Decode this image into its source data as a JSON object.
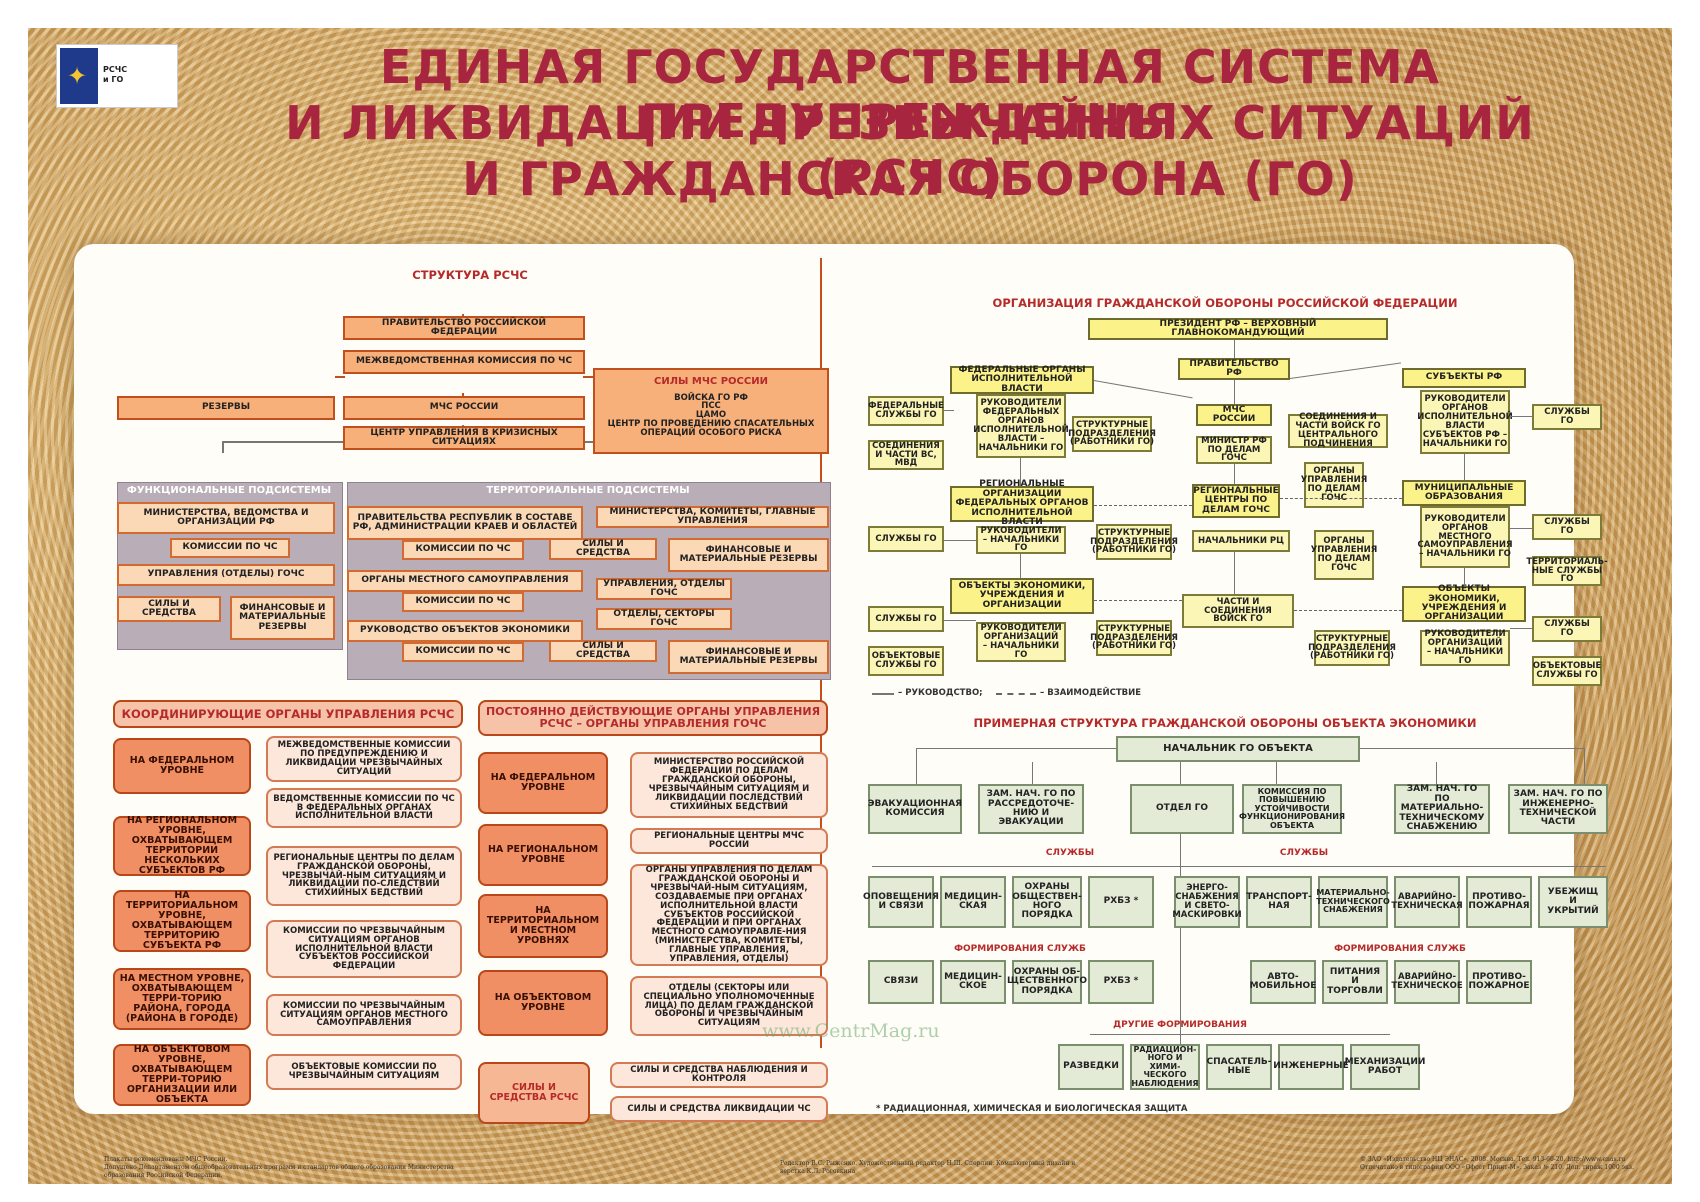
{
  "logo": {
    "text": "РСЧС\nи ГО"
  },
  "title": {
    "line1": "ЕДИНАЯ ГОСУДАРСТВЕННАЯ СИСТЕМА ПРЕДУПРЕЖДЕНИЯ",
    "line2": "И ЛИКВИДАЦИИ ЧРЕЗВЫЧАЙНЫХ СИТУАЦИЙ (РСЧС)",
    "line3": "И ГРАЖДАНСКАЯ ОБОРОНА (ГО)"
  },
  "rschs": {
    "heading": "СТРУКТУРА РСЧС",
    "gov": "ПРАВИТЕЛЬСТВО РОССИЙСКОЙ ФЕДЕРАЦИИ",
    "commission": "МЕЖВЕДОМСТВЕННАЯ КОМИССИЯ ПО ЧС",
    "reserves": "РЕЗЕРВЫ",
    "mchs": "МЧС РОССИИ",
    "center": "ЦЕНТР УПРАВЛЕНИЯ В КРИЗИСНЫХ СИТУАЦИЯХ",
    "forces_head": "СИЛЫ МЧС РОССИИ",
    "forces_body": "ВОЙСКА ГО РФ\nПСС\nЦАМО\nЦЕНТР ПО ПРОВЕДЕНИЮ СПАСАТЕЛЬНЫХ ОПЕРАЦИЙ ОСОБОГО РИСКА",
    "func_head": "ФУНКЦИОНАЛЬНЫЕ ПОДСИСТЕМЫ",
    "func_ministries": "МИНИСТЕРСТВА, ВЕДОМСТВА И ОРГАНИЗАЦИИ РФ",
    "func_commissions": "КОМИССИИ ПО ЧС",
    "func_depts": "УПРАВЛЕНИЯ (ОТДЕЛЫ) ГОЧС",
    "func_forces": "СИЛЫ И СРЕДСТВА",
    "func_reserves": "ФИНАНСОВЫЕ И МАТЕРИАЛЬНЫЕ РЕЗЕРВЫ",
    "terr_head": "ТЕРРИТОРИАЛЬНЫЕ ПОДСИСТЕМЫ",
    "terr_gov": "ПРАВИТЕЛЬСТВА РЕСПУБЛИК В СОСТАВЕ РФ, АДМИНИСТРАЦИИ КРАЕВ И ОБЛАСТЕЙ",
    "terr_ministries": "МИНИСТЕРСТВА, КОМИТЕТЫ, ГЛАВНЫЕ УПРАВЛЕНИЯ",
    "commissions": "КОМИССИИ ПО ЧС",
    "forces": "СИЛЫ И СРЕДСТВА",
    "fin_reserves": "ФИНАНСОВЫЕ И МАТЕРИАЛЬНЫЕ РЕЗЕРВЫ",
    "local_gov": "ОРГАНЫ МЕСТНОГО САМОУПРАВЛЕНИЯ",
    "depts": "УПРАВЛЕНИЯ, ОТДЕЛЫ ГОЧС",
    "sectors": "ОТДЕЛЫ, СЕКТОРЫ ГОЧС",
    "enterprises": "РУКОВОДСТВО ОБЪЕКТОВ ЭКОНОМИКИ"
  },
  "coord": {
    "heading": "КООРДИНИРУЮЩИЕ ОРГАНЫ УПРАВЛЕНИЯ РСЧС",
    "levels": [
      "НА ФЕДЕРАЛЬНОМ УРОВНЕ",
      "НА РЕГИОНАЛЬНОМ УРОВНЕ, ОХВАТЫВАЮЩЕМ ТЕРРИТОРИИ НЕСКОЛЬКИХ СУБЪЕКТОВ РФ",
      "НА ТЕРРИТОРИАЛЬНОМ УРОВНЕ, ОХВАТЫВАЮЩЕМ ТЕРРИТОРИЮ СУБЪЕКТА РФ",
      "НА МЕСТНОМ УРОВНЕ, ОХВАТЫВАЮЩЕМ ТЕРРИ-ТОРИЮ РАЙОНА, ГОРОДА (РАЙОНА В ГОРОДЕ)",
      "НА ОБЪЕКТОВОМ УРОВНЕ, ОХВАТЫВАЮЩЕМ ТЕРРИ-ТОРИЮ ОРГАНИЗАЦИИ ИЛИ ОБЪЕКТА"
    ],
    "bodies": [
      "МЕЖВЕДОМСТВЕННЫЕ КОМИССИИ ПО ПРЕДУПРЕЖДЕНИЮ И ЛИКВИДАЦИИ ЧРЕЗВЫЧАЙНЫХ СИТУАЦИЙ",
      "ВЕДОМСТВЕННЫЕ КОМИССИИ ПО ЧС В ФЕДЕРАЛЬНЫХ ОРГАНАХ ИСПОЛНИТЕЛЬНОЙ ВЛАСТИ",
      "РЕГИОНАЛЬНЫЕ ЦЕНТРЫ ПО ДЕЛАМ ГРАЖДАНСКОЙ ОБОРОНЫ, ЧРЕЗВЫЧАЙ-НЫМ СИТУАЦИЯМ И ЛИКВИДАЦИИ ПО-СЛЕДСТВИЙ СТИХИЙНЫХ БЕДСТВИЙ",
      "КОМИССИИ ПО ЧРЕЗВЫЧАЙНЫМ СИТУАЦИЯМ ОРГАНОВ ИСПОЛНИТЕЛЬНОЙ ВЛАСТИ СУБЪЕКТОВ РОССИЙСКОЙ ФЕДЕРАЦИИ",
      "КОМИССИИ ПО ЧРЕЗВЫЧАЙНЫМ СИТУАЦИЯМ ОРГАНОВ МЕСТНОГО САМОУПРАВЛЕНИЯ",
      "ОБЪЕКТОВЫЕ КОМИССИИ ПО ЧРЕЗВЫЧАЙНЫМ СИТУАЦИЯМ"
    ]
  },
  "perm": {
    "heading": "ПОСТОЯННО ДЕЙСТВУЮЩИЕ ОРГАНЫ УПРАВЛЕНИЯ РСЧС – ОРГАНЫ УПРАВЛЕНИЯ ГОЧС",
    "levels": [
      "НА ФЕДЕРАЛЬНОМ УРОВНЕ",
      "НА РЕГИОНАЛЬНОМ УРОВНЕ",
      "НА ТЕРРИТОРИАЛЬНОМ И МЕСТНОМ УРОВНЯХ",
      "НА ОБЪЕКТОВОМ УРОВНЕ"
    ],
    "bodies": [
      "МИНИСТЕРСТВО РОССИЙСКОЙ ФЕДЕРАЦИИ ПО ДЕЛАМ ГРАЖДАНСКОЙ ОБОРОНЫ, ЧРЕЗВЫЧАЙНЫМ СИТУАЦИЯМ И ЛИКВИДАЦИИ ПОСЛЕДСТВИЙ СТИХИЙНЫХ БЕДСТВИЙ",
      "РЕГИОНАЛЬНЫЕ ЦЕНТРЫ МЧС РОССИИ",
      "ОРГАНЫ УПРАВЛЕНИЯ ПО ДЕЛАМ ГРАЖДАНСКОЙ ОБОРОНЫ И ЧРЕЗВЫЧАЙ-НЫМ СИТУАЦИЯМ, СОЗДАВАЕМЫЕ ПРИ ОРГАНАХ ИСПОЛНИТЕЛЬНОЙ ВЛАСТИ СУБЪЕКТОВ РОССИЙСКОЙ ФЕДЕРАЦИИ И ПРИ ОРГАНАХ МЕСТНОГО САМОУПРАВЛЕ-НИЯ (МИНИСТЕРСТВА, КОМИТЕТЫ, ГЛАВНЫЕ УПРАВЛЕНИЯ, УПРАВЛЕНИЯ, ОТДЕЛЫ)",
      "ОТДЕЛЫ (СЕКТОРЫ ИЛИ СПЕЦИАЛЬНО УПОЛНОМОЧЕННЫЕ ЛИЦА) ПО ДЕЛАМ ГРАЖДАНСКОЙ ОБОРОНЫ И ЧРЕЗВЫЧАЙНЫМ СИТУАЦИЯМ"
    ],
    "forces_label": "СИЛЫ И СРЕДСТВА РСЧС",
    "forces": [
      "СИЛЫ И СРЕДСТВА НАБЛЮДЕНИЯ И КОНТРОЛЯ",
      "СИЛЫ И СРЕДСТВА ЛИКВИДАЦИИ ЧС"
    ]
  },
  "go": {
    "heading": "ОРГАНИЗАЦИЯ ГРАЖДАНСКОЙ ОБОРОНЫ РОССИЙСКОЙ ФЕДЕРАЦИИ",
    "president": "ПРЕЗИДЕНТ РФ – ВЕРХОВНЫЙ ГЛАВНОКОМАНДУЮЩИЙ",
    "gov": "ПРАВИТЕЛЬСТВО РФ",
    "fed_organs": "ФЕДЕРАЛЬНЫЕ ОРГАНЫ ИСПОЛНИТЕЛЬНОЙ ВЛАСТИ",
    "subjects": "СУБЪЕКТЫ РФ",
    "fed_services": "ФЕДЕРАЛЬНЫЕ СЛУЖБЫ ГО",
    "fed_heads": "РУКОВОДИТЕЛИ ФЕДЕРАЛЬНЫХ ОРГАНОВ ИСПОЛНИТЕЛЬНОЙ ВЛАСТИ – НАЧАЛЬНИКИ ГО",
    "struct_units": "СТРУКТУРНЫЕ ПОДРАЗДЕЛЕНИЯ (РАБОТНИКИ ГО)",
    "mchs": "МЧС РОССИИ",
    "go_troops": "СОЕДИНЕНИЯ И ЧАСТИ ВОЙСК ГО ЦЕНТРАЛЬНОГО ПОДЧИНЕНИЯ",
    "subj_heads": "РУКОВОДИТЕЛИ ОРГАНОВ ИСПОЛНИТЕЛЬНОЙ ВЛАСТИ СУБЪЕКТОВ РФ – НАЧАЛЬНИКИ ГО",
    "services": "СЛУЖБЫ ГО",
    "units_mvd": "СОЕДИНЕНИЯ И ЧАСТИ ВС, МВД",
    "minister": "МИНИСТР РФ ПО ДЕЛАМ ГОЧС",
    "go_bodies": "ОРГАНЫ УПРАВЛЕНИЯ ПО ДЕЛАМ ГОЧС",
    "reg_org": "РЕГИОНАЛЬНЫЕ ОРГАНИЗАЦИИ ФЕДЕРАЛЬНЫХ ОРГАНОВ ИСПОЛНИТЕЛЬНОЙ ВЛАСТИ",
    "reg_centers": "РЕГИОНАЛЬНЫЕ ЦЕНТРЫ ПО ДЕЛАМ ГОЧС",
    "municipal": "МУНИЦИПАЛЬНЫЕ ОБРАЗОВАНИЯ",
    "heads_go": "РУКОВОДИТЕЛИ – НАЧАЛЬНИКИ ГО",
    "rc_heads": "НАЧАЛЬНИКИ РЦ",
    "mun_heads": "РУКОВОДИТЕЛИ ОРГАНОВ МЕСТНОГО САМОУПРАВЛЕНИЯ – НАЧАЛЬНИКИ ГО",
    "territorial": "ТЕРРИТОРИАЛЬ-НЫЕ СЛУЖБЫ ГО",
    "objects": "ОБЪЕКТЫ ЭКОНОМИКИ, УЧРЕЖДЕНИЯ И ОРГАНИЗАЦИИ",
    "troop_units": "ЧАСТИ И СОЕДИНЕНИЯ ВОЙСК ГО",
    "org_heads": "РУКОВОДИТЕЛИ ОРГАНИЗАЦИЙ – НАЧАЛЬНИКИ ГО",
    "obj_services": "ОБЪЕКТОВЫЕ СЛУЖБЫ ГО",
    "legend_lead": "– РУКОВОДСТВО;",
    "legend_inter": "– ВЗАИМОДЕЙСТВИЕ"
  },
  "obj": {
    "heading": "ПРИМЕРНАЯ СТРУКТУРА ГРАЖДАНСКОЙ ОБОРОНЫ ОБЪЕКТА ЭКОНОМИКИ",
    "chief": "НАЧАЛЬНИК ГО ОБЪЕКТА",
    "top": [
      "ЭВАКУАЦИОННАЯ КОМИССИЯ",
      "ЗАМ. НАЧ. ГО ПО РАССРЕДОТОЧЕ-НИЮ И ЭВАКУАЦИИ",
      "ОТДЕЛ ГО",
      "КОМИССИЯ ПО ПОВЫШЕНИЮ УСТОЙЧИВОСТИ ФУНКЦИОНИРОВАНИЯ ОБЪЕКТА",
      "ЗАМ. НАЧ. ГО ПО МАТЕРИАЛЬНО-ТЕХНИЧЕСКОМУ СНАБЖЕНИЮ",
      "ЗАМ. НАЧ. ГО ПО ИНЖЕНЕРНО-ТЕХНИЧЕСКОЙ ЧАСТИ"
    ],
    "services_label": "СЛУЖБЫ",
    "services_left": [
      "ОПОВЕЩЕНИЯ И СВЯЗИ",
      "МЕДИЦИН-СКАЯ",
      "ОХРАНЫ ОБЩЕСТВЕН-НОГО ПОРЯДКА",
      "РХБЗ *"
    ],
    "services_right": [
      "ЭНЕРГО-СНАБЖЕНИЯ И СВЕТО-МАСКИРОВКИ",
      "ТРАНСПОРТ-НАЯ",
      "МАТЕРИАЛЬНО-ТЕХНИЧЕСКОГО СНАБЖЕНИЯ",
      "АВАРИЙНО-ТЕХНИЧЕСКАЯ",
      "ПРОТИВО-ПОЖАРНАЯ",
      "УБЕЖИЩ И УКРЫТИЙ"
    ],
    "formations_label": "ФОРМИРОВАНИЯ СЛУЖБ",
    "formations_left": [
      "СВЯЗИ",
      "МЕДИЦИН-СКОЕ",
      "ОХРАНЫ ОБ-ЩЕСТВЕННОГО ПОРЯДКА",
      "РХБЗ *"
    ],
    "formations_right": [
      "АВТО-МОБИЛЬНОЕ",
      "ПИТАНИЯ И ТОРГОВЛИ",
      "АВАРИЙНО-ТЕХНИЧЕСКОЕ",
      "ПРОТИВО-ПОЖАРНОЕ"
    ],
    "other_label": "ДРУГИЕ ФОРМИРОВАНИЯ",
    "other": [
      "РАЗВЕДКИ",
      "РАДИАЦИОН-НОГО И ХИМИ-ЧЕСКОГО НАБЛЮДЕНИЯ",
      "СПАСАТЕЛЬ-НЫЕ",
      "ИНЖЕНЕРНЫЕ",
      "МЕХАНИЗАЦИИ РАБОТ"
    ],
    "footnote": "* РАДИАЦИОННАЯ, ХИМИЧЕСКАЯ И БИОЛОГИЧЕСКАЯ ЗАЩИТА"
  },
  "watermark": "www.CentrMag.ru",
  "footer": {
    "left": "Плакаты рекомендованы МЧС России.\nДопущено Департаментом общеобразовательных программ и стандартов общего образования Министерства образования Российской Федерации.",
    "center": "Редактор В.С. Рыженко. Художественный редактор Н.Ш. Сперлин. Компьютерный дизайн и верстка К.Л. Роговкина",
    "right": "© ЗАО «Издательство НЦ ЭНАС», 2008. Москва. Тел. 913-66-20. http://www.enas.ru\nОтпечатано в типографии ООО «Офсет Принт-М». Заказ № 210. Доп. тираж 1000 экз."
  }
}
